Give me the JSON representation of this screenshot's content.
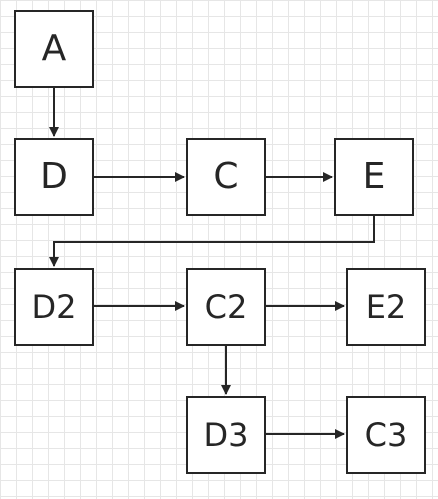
{
  "diagram": {
    "nodes": [
      {
        "id": "A",
        "label": "A"
      },
      {
        "id": "D",
        "label": "D"
      },
      {
        "id": "C",
        "label": "C"
      },
      {
        "id": "E",
        "label": "E"
      },
      {
        "id": "D2",
        "label": "D2"
      },
      {
        "id": "C2",
        "label": "C2"
      },
      {
        "id": "E2",
        "label": "E2"
      },
      {
        "id": "D3",
        "label": "D3"
      },
      {
        "id": "C3",
        "label": "C3"
      }
    ],
    "edges": [
      {
        "from": "A",
        "to": "D"
      },
      {
        "from": "D",
        "to": "C"
      },
      {
        "from": "C",
        "to": "E"
      },
      {
        "from": "E",
        "to": "D2"
      },
      {
        "from": "D2",
        "to": "C2"
      },
      {
        "from": "C2",
        "to": "E2"
      },
      {
        "from": "C2",
        "to": "D3"
      },
      {
        "from": "D3",
        "to": "C3"
      }
    ],
    "colors": {
      "stroke": "#262626",
      "grid": "#e6e6e6",
      "background": "#ffffff"
    }
  }
}
